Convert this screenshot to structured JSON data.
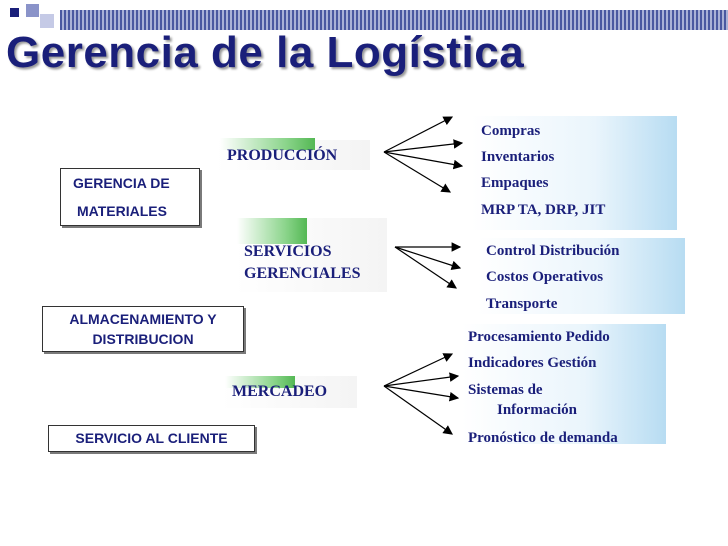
{
  "title": "Gerencia de la Logística",
  "boxes": {
    "materiales": [
      "GERENCIA DE",
      "MATERIALES"
    ],
    "almacenamiento": [
      "ALMACENAMIENTO Y",
      "DISTRIBUCION"
    ],
    "servicio": "SERVICIO AL CLIENTE"
  },
  "categories": {
    "produccion": "PRODUCCIÓN",
    "servicios": [
      "SERVICIOS",
      "GERENCIALES"
    ],
    "mercadeo": "MERCADEO"
  },
  "lists": {
    "produccion": [
      "Compras",
      "Inventarios",
      "Empaques",
      "MRP TA, DRP, JIT"
    ],
    "servicios": [
      "Control Distribución",
      "Costos Operativos",
      "Transporte"
    ],
    "mercadeo": [
      "Procesamiento Pedido",
      "Indicadores Gestión",
      "Sistemas de",
      "Información",
      "Pronóstico de demanda"
    ]
  },
  "colors": {
    "title": "#1a1f7a",
    "accent_green": "#54b854",
    "list_blue": "#b7dcf2"
  }
}
